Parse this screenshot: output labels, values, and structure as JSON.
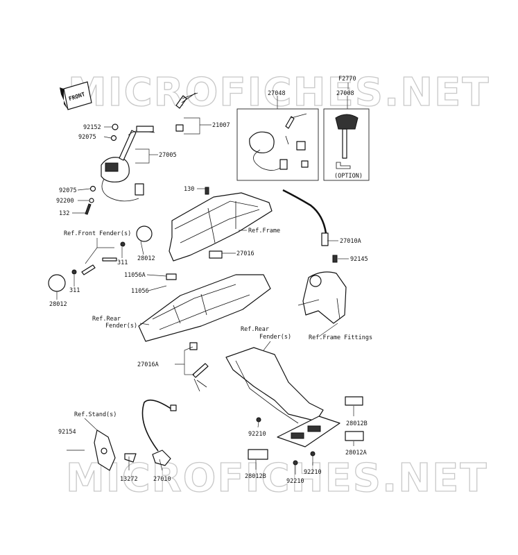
{
  "figure_code": "F2770",
  "front_marker": "FRONT",
  "watermark": "MICROFICHES.NET",
  "option_label": "(OPTION)",
  "parts": {
    "p92152": "92152",
    "p92075a": "92075",
    "p27005": "27005",
    "p21007": "21007",
    "p27048": "27048",
    "p27008": "27008",
    "p92075b": "92075",
    "p92200": "92200",
    "p132": "132",
    "p130": "130",
    "p27010A": "27010A",
    "p92145": "92145",
    "p28012a": "28012",
    "p311a": "311",
    "p311b": "311",
    "p28012b": "28012",
    "p27016": "27016",
    "p11056A": "11056A",
    "p11056": "11056",
    "p27016A": "27016A",
    "p92154": "92154",
    "p13272": "13272",
    "p27010": "27010",
    "p92210a": "92210",
    "p92210b": "92210",
    "p92210c": "92210",
    "p28012B_a": "28012B",
    "p28012B_b": "28012B",
    "p28012A": "28012A"
  },
  "refs": {
    "front_fender": "Ref.Front Fender(s)",
    "frame": "Ref.Frame",
    "rear_fender_1": "Ref.Rear",
    "rear_fender_2": "Fender(s)",
    "rear_fender_3": "Ref.Rear",
    "rear_fender_4": "Fender(s)",
    "frame_fittings": "Ref.Frame Fittings",
    "stand": "Ref.Stand(s)"
  },
  "icons": [
    "key-icon",
    "ignition-switch-icon",
    "bolt-icon",
    "washer-icon",
    "grommet-icon",
    "cable-icon",
    "bracket-icon"
  ]
}
